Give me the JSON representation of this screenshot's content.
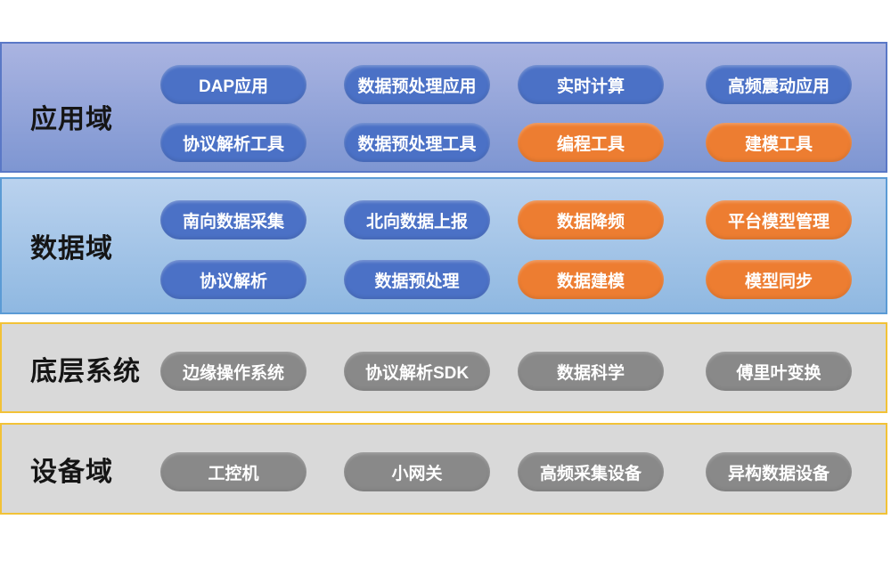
{
  "palette": {
    "band_app_top": "#AAB4E1",
    "band_app_bottom": "#7E96D2",
    "band_app_border": "#5A78C6",
    "band_data_top": "#BAD2EE",
    "band_data_bottom": "#8FB8E1",
    "band_data_border": "#5B9BD5",
    "band_gray_bg": "#D9D9D9",
    "gold_border": "#F2C237",
    "pill_blue": "#4B71C6",
    "pill_orange": "#ED7D31",
    "pill_gray": "#898989"
  },
  "bands": [
    {
      "title": "应用域",
      "rows": [
        [
          {
            "label": "DAP应用",
            "color": "blue"
          },
          {
            "label": "数据预处理应用",
            "color": "blue"
          },
          {
            "label": "实时计算",
            "color": "blue"
          },
          {
            "label": "高频震动应用",
            "color": "blue"
          }
        ],
        [
          {
            "label": "协议解析工具",
            "color": "blue"
          },
          {
            "label": "数据预处理工具",
            "color": "blue"
          },
          {
            "label": "编程工具",
            "color": "orange"
          },
          {
            "label": "建模工具",
            "color": "orange"
          }
        ]
      ]
    },
    {
      "title": "数据域",
      "rows": [
        [
          {
            "label": "南向数据采集",
            "color": "blue"
          },
          {
            "label": "北向数据上报",
            "color": "blue"
          },
          {
            "label": "数据降频",
            "color": "orange"
          },
          {
            "label": "平台模型管理",
            "color": "orange"
          }
        ],
        [
          {
            "label": "协议解析",
            "color": "blue"
          },
          {
            "label": "数据预处理",
            "color": "blue"
          },
          {
            "label": "数据建模",
            "color": "orange"
          },
          {
            "label": "模型同步",
            "color": "orange"
          }
        ]
      ]
    },
    {
      "title": "底层系统",
      "rows": [
        [
          {
            "label": "边缘操作系统",
            "color": "gray"
          },
          {
            "label": "协议解析SDK",
            "color": "gray"
          },
          {
            "label": "数据科学",
            "color": "gray"
          },
          {
            "label": "傅里叶变换",
            "color": "gray"
          }
        ]
      ]
    },
    {
      "title": "设备域",
      "rows": [
        [
          {
            "label": "工控机",
            "color": "gray"
          },
          {
            "label": "小网关",
            "color": "gray"
          },
          {
            "label": "高频采集设备",
            "color": "gray"
          },
          {
            "label": "异构数据设备",
            "color": "gray"
          }
        ]
      ]
    }
  ]
}
